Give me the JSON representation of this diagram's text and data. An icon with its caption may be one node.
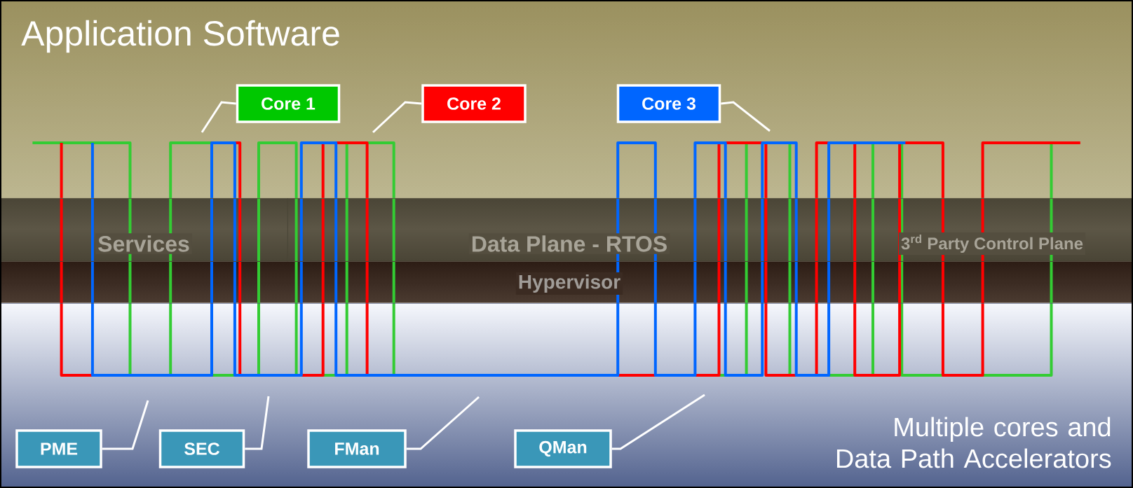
{
  "diagram": {
    "nodes": [
      {
        "text": [
          "Application Software"
        ]
      },
      {
        "text": [
          "Core 1"
        ],
        "in": 0
      },
      {
        "text": [
          "Core 2"
        ],
        "in": 0
      },
      {
        "text": [
          "Core 3"
        ],
        "in": 0
      },
      {
        "text": [
          "Services"
        ]
      },
      {
        "text": [
          "Data Plane - RTOS"
        ]
      },
      {
        "text": [
          "3$^{rd}$ Party Control Plane"
        ]
      },
      {
        "text": [
          "Hypervisor"
        ]
      },
      {
        "text": [
          "Multiple cores and Data Path Accelerators"
        ]
      },
      {
        "text": [
          "PME"
        ],
        "in": 8
      },
      {
        "text": [
          "SEC"
        ],
        "in": 8
      },
      {
        "text": [
          "FMan"
        ],
        "in": 8
      },
      {
        "text": [
          "QMan"
        ],
        "in": 8
      }
    ],
    "edges": [
      {
        "from": 1,
        "to": null,
        "arrow": "none"
      },
      {
        "from": 2,
        "to": null,
        "arrow": "none"
      },
      {
        "from": 3,
        "to": null,
        "arrow": "none"
      },
      {
        "from": 9,
        "to": null,
        "arrow": "none"
      },
      {
        "from": 10,
        "to": null,
        "arrow": "none"
      },
      {
        "from": 11,
        "to": null,
        "arrow": "none"
      },
      {
        "from": 12,
        "to": null,
        "arrow": "none"
      }
    ]
  }
}
